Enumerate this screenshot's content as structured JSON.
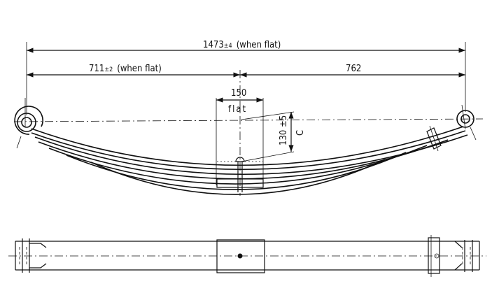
{
  "drawing": {
    "overall_length": {
      "value": "1473",
      "tolerance": "±4",
      "note": "(when flat)"
    },
    "left_length": {
      "value": "711",
      "tolerance": "±2",
      "note": "(when flat)"
    },
    "right_length": {
      "value": "762"
    },
    "center_flat_width": {
      "value": "150",
      "note": "flat"
    },
    "camber": {
      "value": "130 ±5",
      "label": "C"
    }
  }
}
